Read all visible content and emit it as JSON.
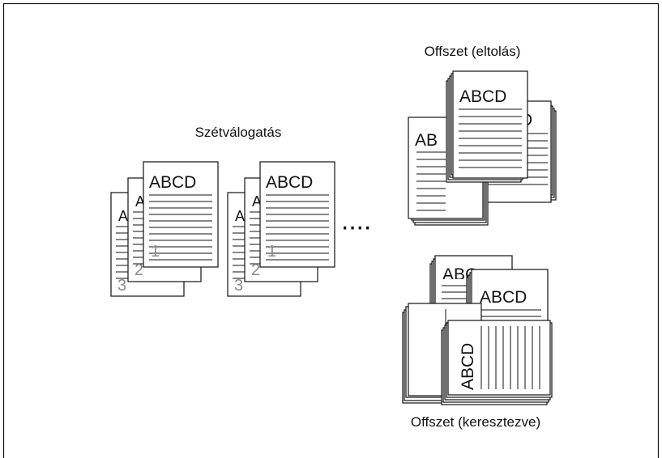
{
  "labels": {
    "collate": "Szétválogatás",
    "offset_shift": "Offszet (eltolás)",
    "offset_cross": "Offszet (keresztezve)"
  },
  "page_text": "ABCD",
  "page_text_clipped": {
    "a": "A",
    "ab": "AB",
    "abc": "ABC",
    "d": "D"
  },
  "page_numbers": [
    "1",
    "2",
    "3"
  ],
  "continuation": "····"
}
